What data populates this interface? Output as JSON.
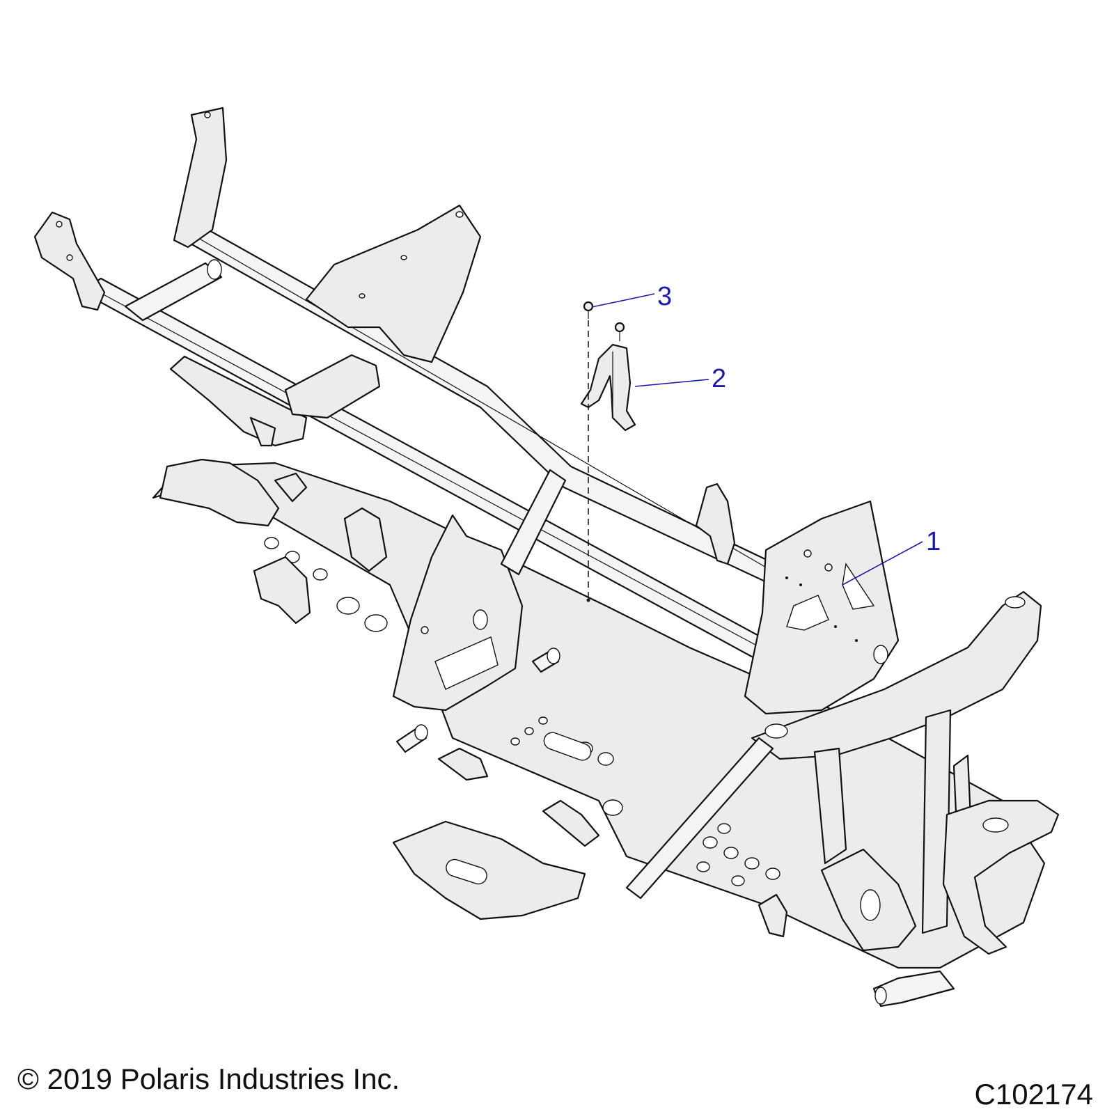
{
  "callouts": [
    {
      "label": "1"
    },
    {
      "label": "2"
    },
    {
      "label": "3"
    }
  ],
  "footer": {
    "copyright": "© 2019 Polaris Industries Inc.",
    "drawing_id": "C102174"
  },
  "colors": {
    "callout": "#1a1aa6",
    "line": "#111111",
    "part_fill": "#ececec"
  }
}
